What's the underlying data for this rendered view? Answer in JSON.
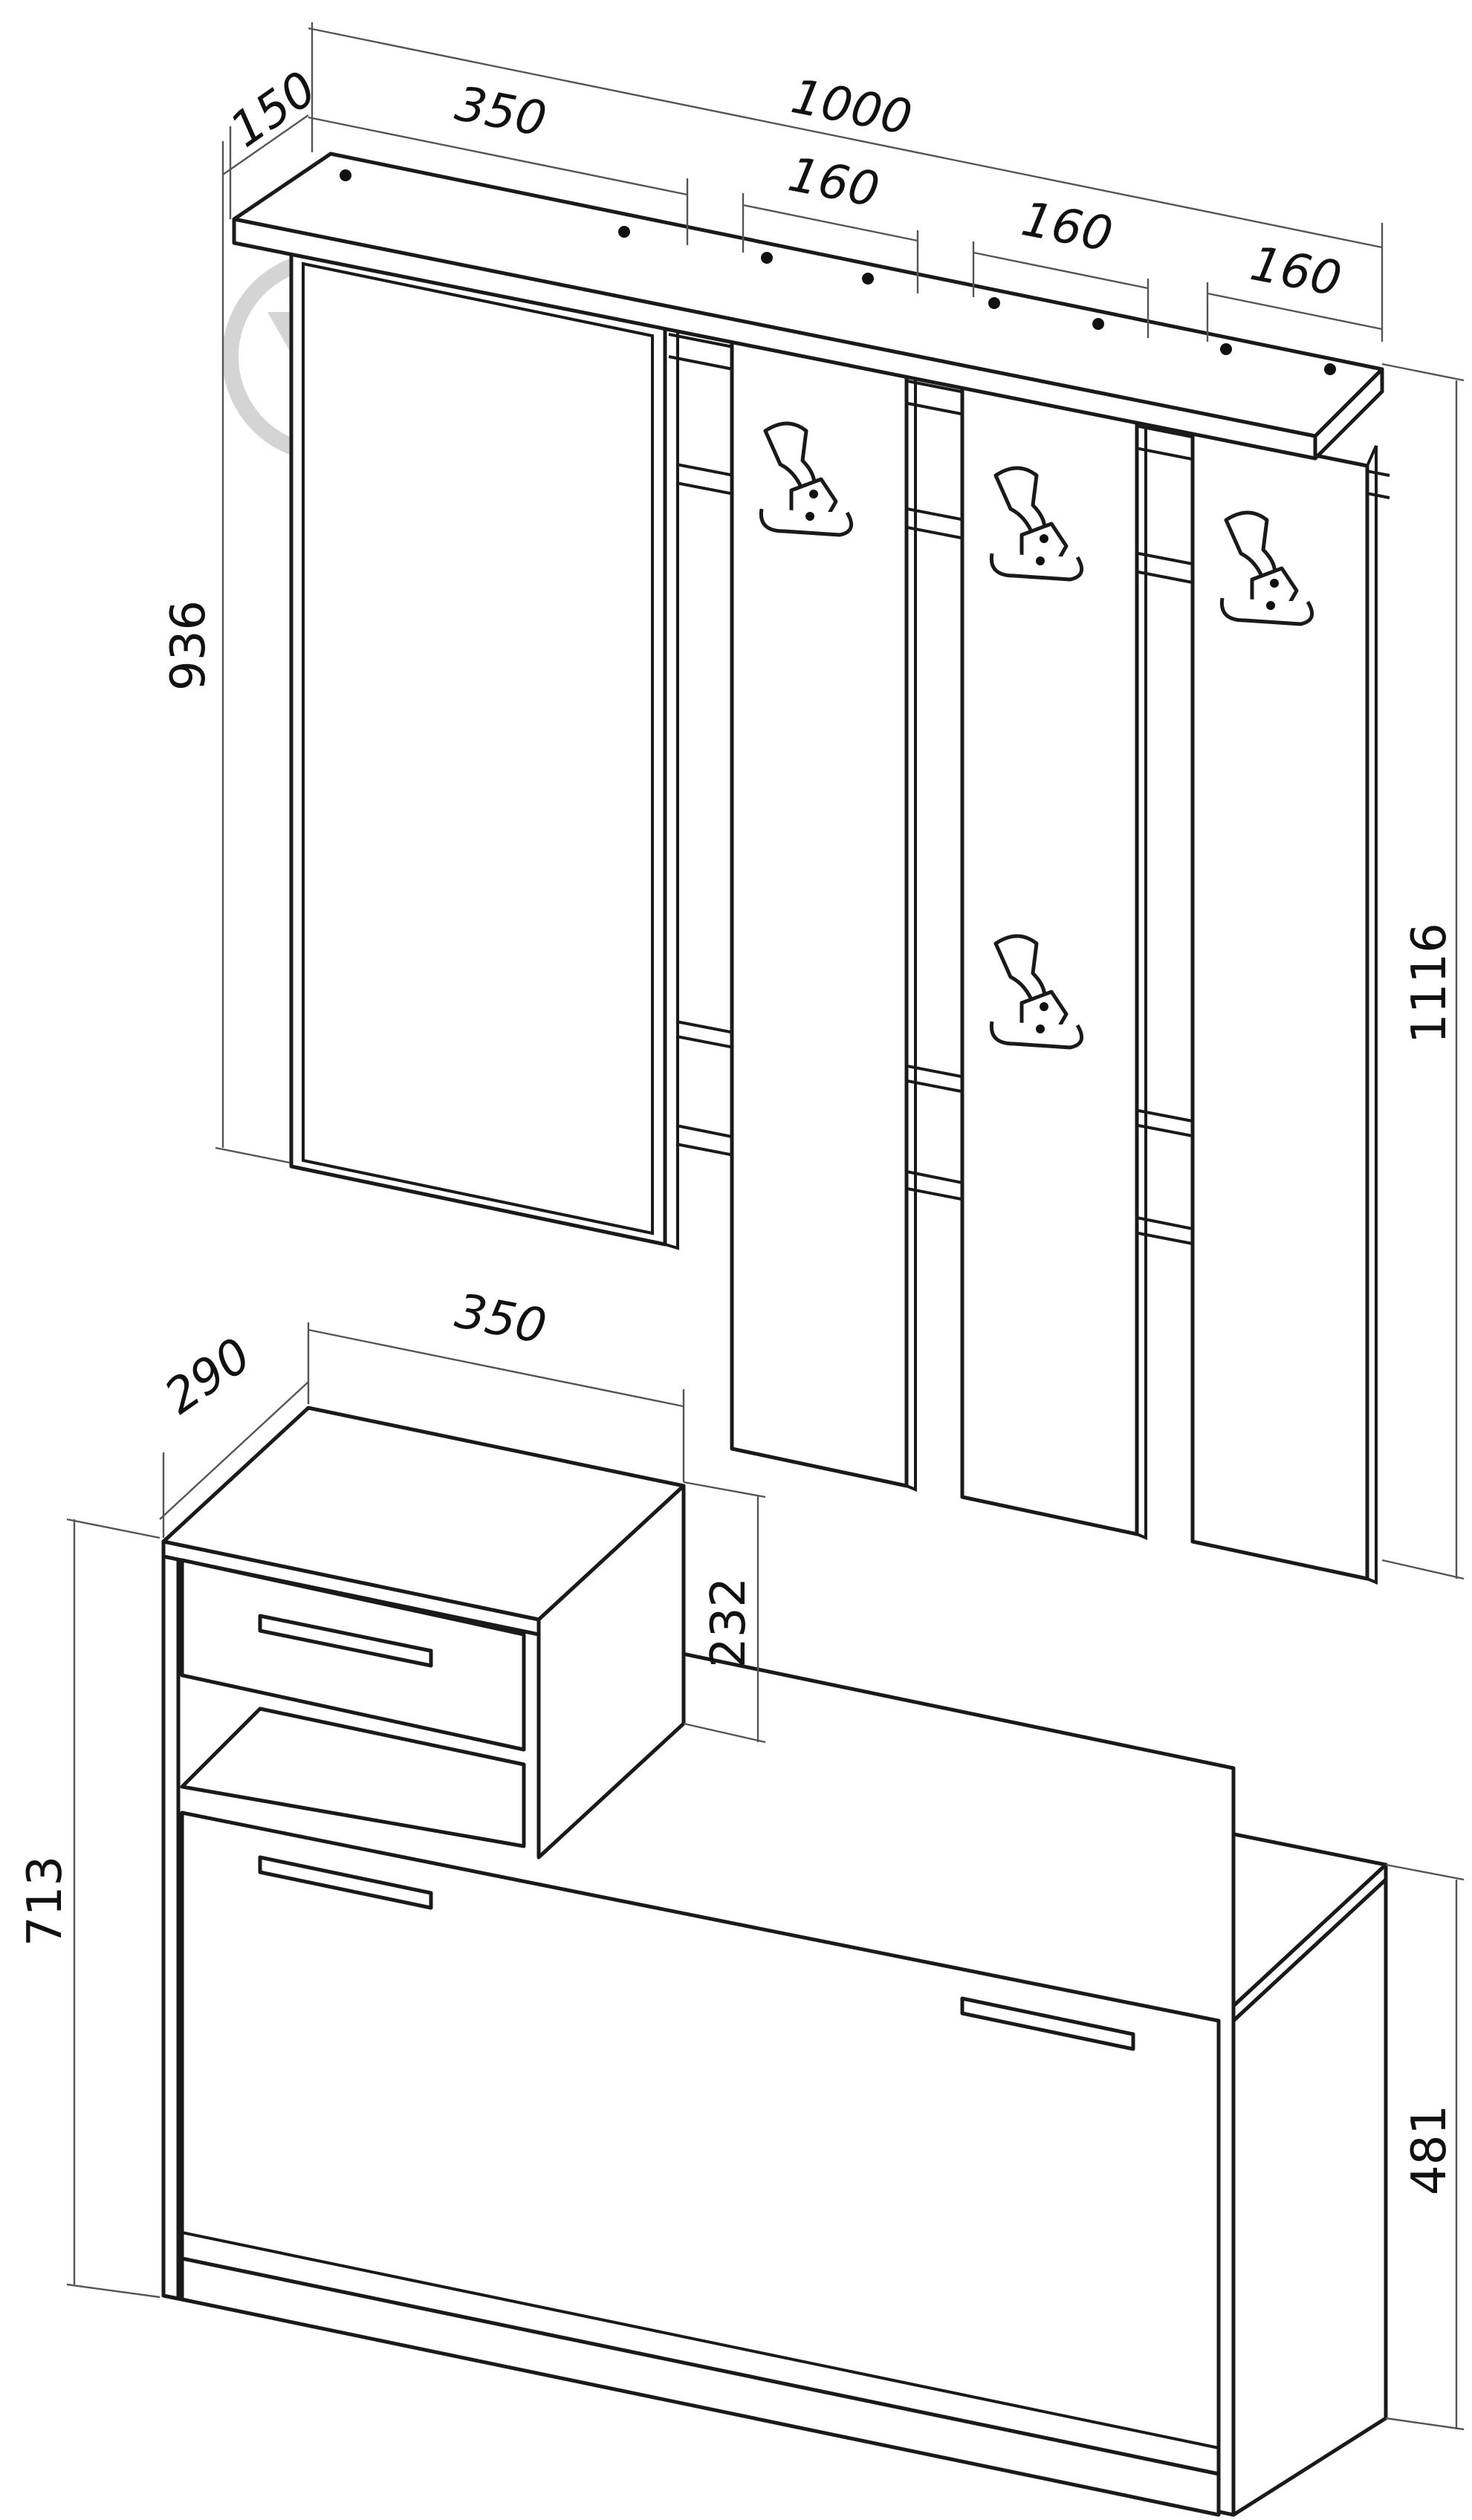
{
  "image": {
    "background": "#ffffff",
    "line_color": "#1a1a1a",
    "dimension_color": "#555555",
    "watermark_color": "#d4d4d4"
  },
  "dimensions": {
    "depth_top": "150",
    "total_width": "1000",
    "mirror_width_top": "350",
    "panel_spacing_1": "160",
    "panel_spacing_2": "160",
    "panel_spacing_3": "160",
    "mirror_height": "936",
    "rack_height": "1116",
    "cabinet_depth": "290",
    "cabinet_width": "350",
    "cabinet_height": "232",
    "bench_total_height": "713",
    "bench_height": "481"
  },
  "icons": {
    "watermark": "watermark-icon",
    "hook": "coat-hook-icon"
  }
}
